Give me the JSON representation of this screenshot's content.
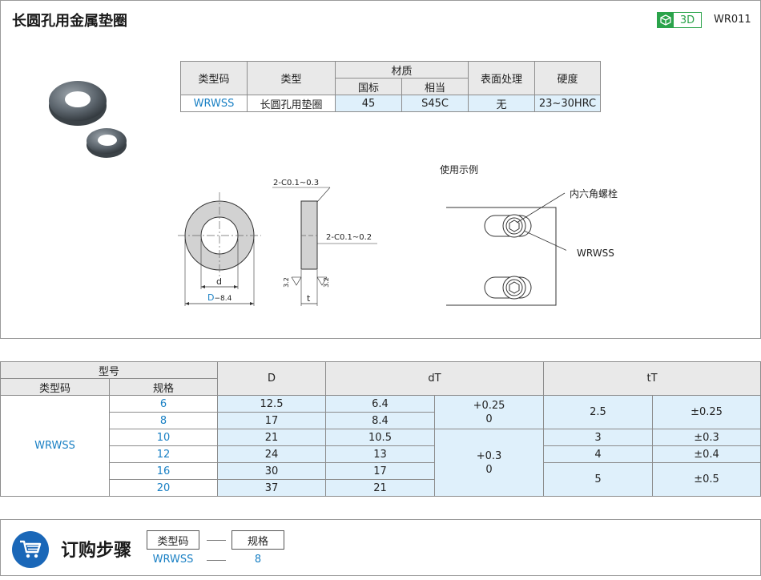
{
  "header": {
    "title": "长圆孔用金属垫圈",
    "badge": "3D",
    "code": "WR011"
  },
  "spec_table": {
    "headers": {
      "type_code": "类型码",
      "type": "类型",
      "material": "材质",
      "mat_gb": "国标",
      "mat_eq": "相当",
      "surface": "表面处理",
      "hardness": "硬度"
    },
    "row": {
      "type_code": "WRWSS",
      "type": "长圆孔用垫圈",
      "mat_gb": "45",
      "mat_eq": "S45C",
      "surface": "无",
      "hardness": "23~30HRC"
    }
  },
  "drawing": {
    "chamfer_top": "2-C0.1~0.3",
    "chamfer_side": "2-C0.1~0.2",
    "dim_d": "d",
    "dim_D": "D",
    "dim_D_tol": "−8.4",
    "dim_t": "t",
    "roughness_left": "3.2",
    "roughness_right": "3.2"
  },
  "usage": {
    "label": "使用示例",
    "bolt": "内六角螺栓",
    "washer": "WRWSS"
  },
  "size_table": {
    "headers": {
      "model": "型号",
      "type_code": "类型码",
      "spec": "规格",
      "D": "D",
      "dT": "dT",
      "tT": "tT"
    },
    "type_code": "WRWSS",
    "rows": [
      {
        "spec": "6",
        "D": "12.5",
        "d": "6.4"
      },
      {
        "spec": "8",
        "D": "17",
        "d": "8.4"
      },
      {
        "spec": "10",
        "D": "21",
        "d": "10.5"
      },
      {
        "spec": "12",
        "D": "24",
        "d": "13"
      },
      {
        "spec": "16",
        "D": "30",
        "d": "17"
      },
      {
        "spec": "20",
        "D": "37",
        "d": "21"
      }
    ],
    "d_tol_1": {
      "upper": "+0.25",
      "lower": "0"
    },
    "d_tol_2": {
      "upper": "+0.3",
      "lower": "0"
    },
    "t_groups": [
      {
        "t": "2.5",
        "tol": "±0.25"
      },
      {
        "t": "3",
        "tol": "±0.3"
      },
      {
        "t": "4",
        "tol": "±0.4"
      },
      {
        "t": "5",
        "tol": "±0.5"
      }
    ]
  },
  "order": {
    "title": "订购步骤",
    "step1_label": "类型码",
    "step2_label": "规格",
    "step1_value": "WRWSS",
    "step2_value": "8",
    "cart_icon_color": "#1a67b8"
  }
}
